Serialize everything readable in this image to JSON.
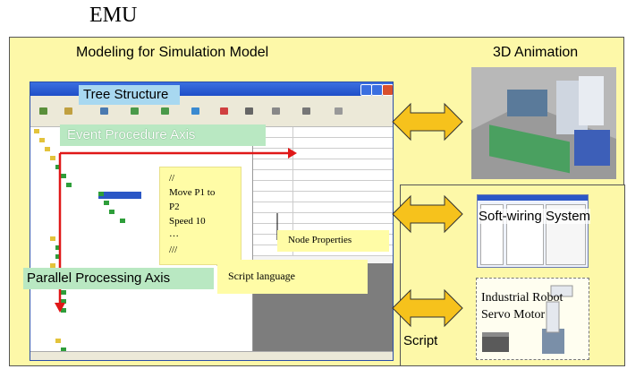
{
  "title": "EMU",
  "left_panel": {
    "heading": "Modeling for Simulation Model"
  },
  "app_window": {
    "labels": {
      "tree_structure": "Tree Structure",
      "event_axis": "Event Procedure Axis",
      "parallel_axis": "Parallel Processing Axis"
    },
    "script_note_lines": [
      "//",
      "Move P1 to",
      "P2",
      "Speed 10",
      "…",
      "///"
    ],
    "node_properties_label": "Node Properties",
    "script_language_label": "Script language"
  },
  "right_panel": {
    "animation_heading": "3D Animation",
    "softwiring_label": "Soft-wiring System",
    "robot_label_line1": "Industrial Robot",
    "robot_label_line2": "Servo Motor",
    "script_label": "Script"
  },
  "colors": {
    "panel_fill": "#fdf8a8",
    "arrow_fill": "#f6c21c",
    "axis_arrow": "#e01818",
    "tree_label_fill": "#a8d8f0",
    "axis_label_fill": "#b9e8c2",
    "note_fill": "#fffca6"
  },
  "icons": {
    "exchange_arrow": "double-headed-arrow-icon"
  }
}
